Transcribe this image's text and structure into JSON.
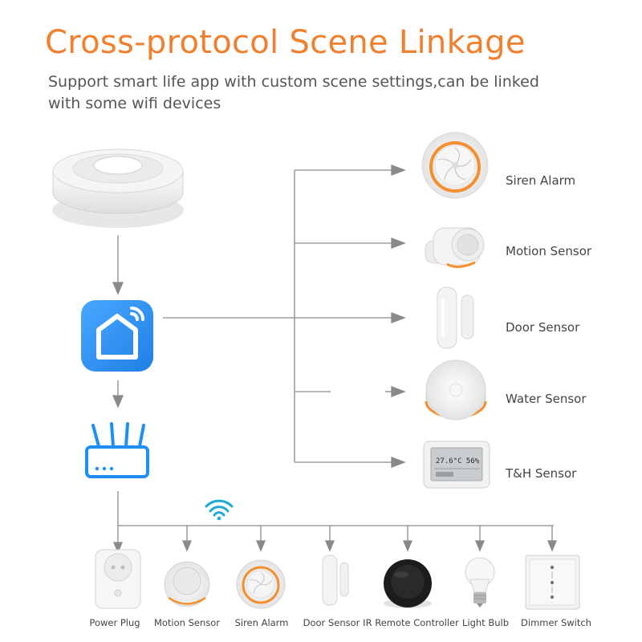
{
  "title": "Cross-protocol Scene Linkage",
  "subtitle": "Support smart life app with custom scene settings,can be linked with some wifi devices",
  "colors": {
    "accent": "#f07f2e",
    "app_icon": "#2f8ff2",
    "router": "#1e8ff5",
    "connector": "#8a8a8a"
  },
  "zigbee_devices": [
    {
      "label": "Siren Alarm",
      "icon": "siren-alarm-icon"
    },
    {
      "label": "Motion Sensor",
      "icon": "motion-sensor-icon"
    },
    {
      "label": "Door Sensor",
      "icon": "door-sensor-icon"
    },
    {
      "label": "Water Sensor",
      "icon": "water-sensor-icon"
    },
    {
      "label": "T&H Sensor",
      "icon": "th-sensor-icon",
      "display": "27.6°C 56%"
    }
  ],
  "wifi_devices": [
    {
      "label": "Power Plug",
      "icon": "power-plug-icon"
    },
    {
      "label": "Motion Sensor",
      "icon": "motion-sensor-icon"
    },
    {
      "label": "Siren Alarm",
      "icon": "siren-alarm-icon"
    },
    {
      "label": "Door Sensor",
      "icon": "door-sensor-icon"
    },
    {
      "label": "IR Remote Controller",
      "icon": "ir-remote-icon"
    },
    {
      "label": "Light Bulb",
      "icon": "light-bulb-icon"
    },
    {
      "label": "Dimmer Switch",
      "icon": "dimmer-switch-icon"
    }
  ],
  "hub_icon": "zigbee-gateway-icon",
  "app_icon": "smart-life-app-icon",
  "router_icon": "wifi-router-icon",
  "wifi_icon": "wifi-signal-icon"
}
